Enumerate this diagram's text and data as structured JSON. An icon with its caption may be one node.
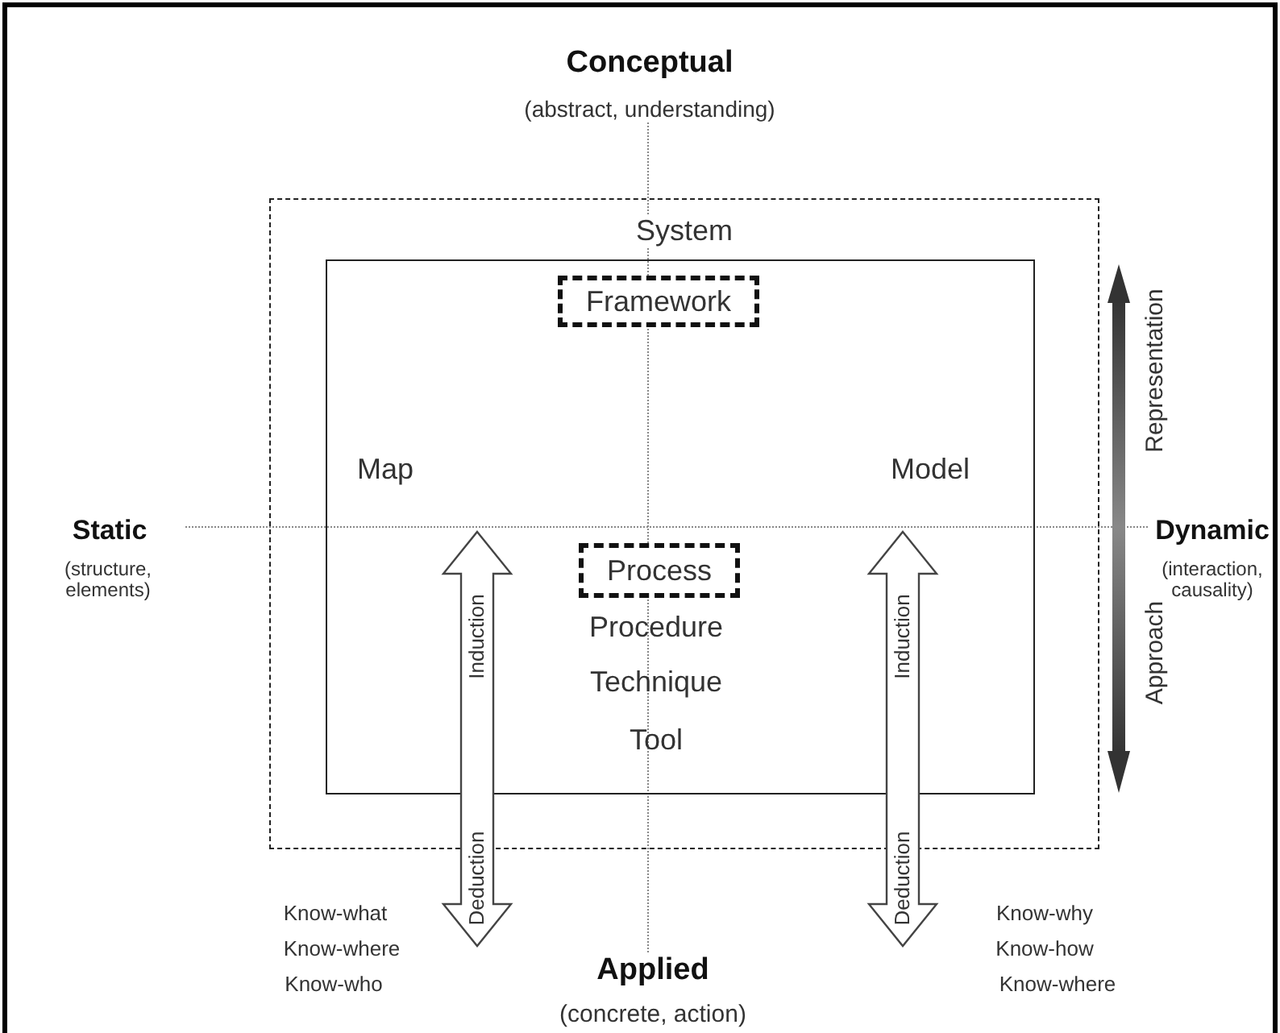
{
  "diagram": {
    "nodes": [
      {
        "text": [
          "System"
        ]
      },
      {
        "text": [],
        "shape": "box",
        "in": 0
      },
      {
        "text": [
          "Framework"
        ],
        "in": 1
      },
      {
        "text": [
          "Process"
        ],
        "in": 1
      }
    ],
    "labels": [
      "Conceptual",
      "(abstract, understanding)",
      "Representation",
      "Map",
      "Model",
      "Static",
      "(structure, elements)",
      "Dynamic",
      "(interaction, causality)",
      "Procedure",
      "Induction",
      "Induction",
      "Technique",
      "Approach",
      "Tool",
      "Deduction",
      "Deduction",
      "Know-what",
      "Know-where",
      "Know-who",
      "Know-why",
      "Know-how",
      "Know-where",
      "Applied",
      "(concrete, action)"
    ]
  }
}
